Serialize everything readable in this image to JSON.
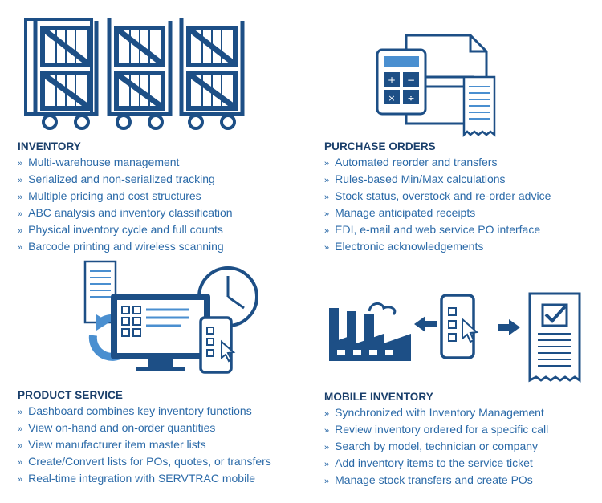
{
  "sections": [
    {
      "title": "INVENTORY",
      "icon": "warehouse-shelves-icon",
      "items": [
        "Multi-warehouse management",
        "Serialized and non-serialized tracking",
        "Multiple pricing and cost structures",
        "ABC analysis and inventory classification",
        "Physical inventory cycle and full counts",
        "Barcode printing and wireless scanning"
      ]
    },
    {
      "title": "PURCHASE ORDERS",
      "icon": "calculator-documents-icon",
      "items": [
        "Automated reorder and transfers",
        "Rules-based Min/Max calculations",
        "Stock status, overstock and re-order advice",
        "Manage anticipated receipts",
        "EDI, e-mail and web service  PO interface",
        "Electronic acknowledgements"
      ]
    },
    {
      "title": "PRODUCT SERVICE",
      "icon": "dashboard-monitor-icon",
      "items": [
        "Dashboard combines key inventory functions",
        "View on-hand and on-order quantities",
        "View manufacturer item master lists",
        "Create/Convert lists for POs, quotes, or transfers",
        "Real-time integration with SERVTRAC mobile"
      ]
    },
    {
      "title": "MOBILE INVENTORY",
      "icon": "factory-phone-ticket-icon",
      "items": [
        "Synchronized with Inventory Management",
        "Review inventory ordered for a specific call",
        "Search by model, technician or company",
        "Add inventory items to the service ticket",
        "Manage stock transfers and create POs"
      ]
    }
  ],
  "bullet_glyph": "»",
  "colors": {
    "title": "#1a3f6b",
    "text": "#2b6aa8",
    "icon_dark": "#1d4f86",
    "icon_light": "#4a8fd0"
  }
}
